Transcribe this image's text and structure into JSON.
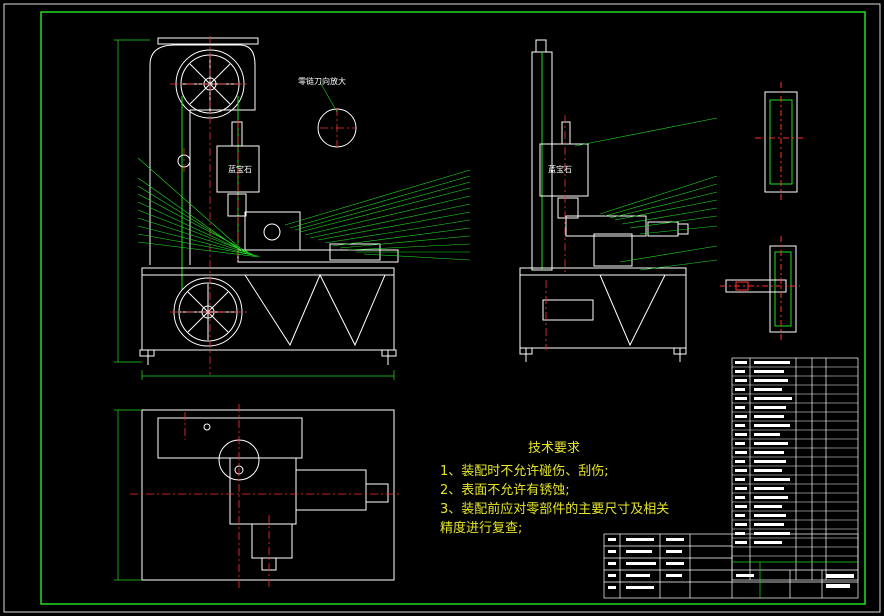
{
  "labels": {
    "zoom_note": "零链刀向放大",
    "stone_front": "蓝宝石",
    "stone_side": "蓝宝石"
  },
  "tech_requirements": {
    "title": "技术要求",
    "lines": [
      "1、装配时不允许碰伤、刮伤;",
      "2、表面不允许有锈蚀;",
      "3、装配前应对零部件的主要尺寸及相关",
      "精度进行复查;"
    ]
  },
  "colors": {
    "frame": "#22dd22",
    "outline": "#ffffff",
    "leader": "#22dd22",
    "center": "#ff3030",
    "tech_text": "#e5e52a"
  }
}
